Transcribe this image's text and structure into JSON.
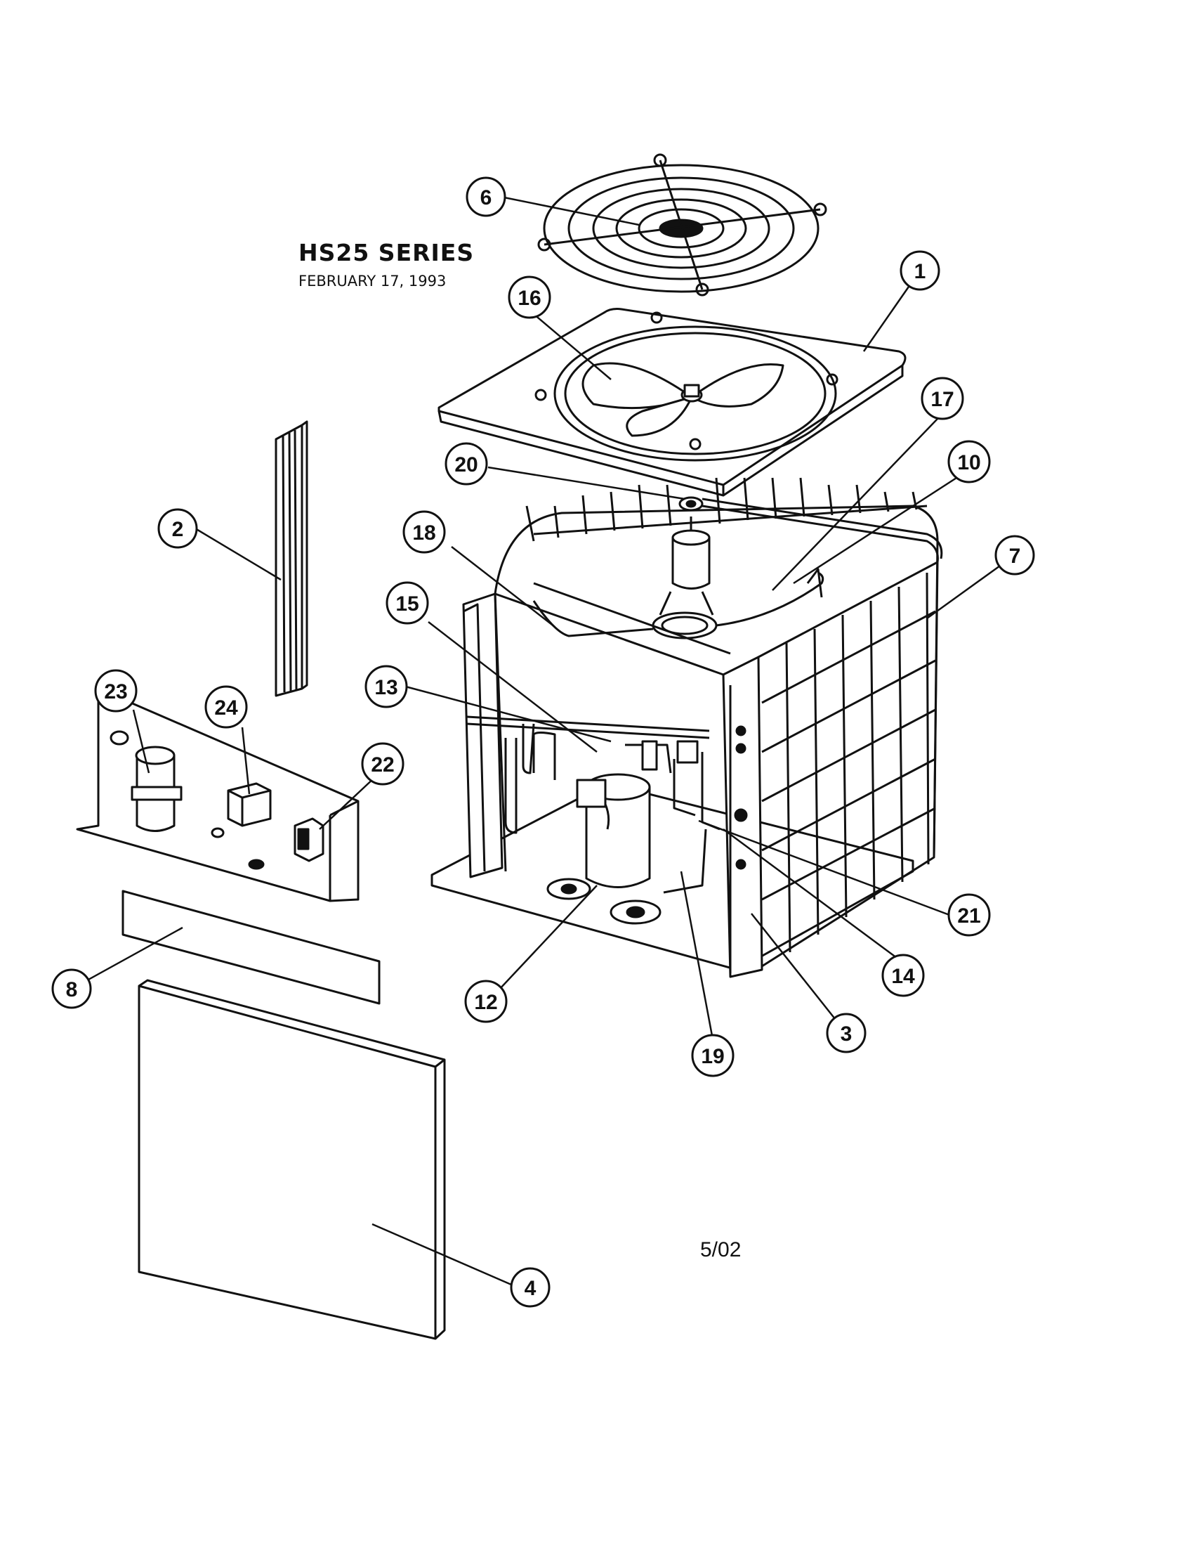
{
  "header": {
    "title": "HS25 SERIES",
    "date": "FEBRUARY 17, 1993"
  },
  "footer": {
    "revision": "5/02"
  },
  "callouts": [
    "1",
    "2",
    "3",
    "4",
    "6",
    "7",
    "8",
    "10",
    "12",
    "13",
    "14",
    "15",
    "16",
    "17",
    "18",
    "19",
    "20",
    "21",
    "22",
    "23",
    "24"
  ]
}
